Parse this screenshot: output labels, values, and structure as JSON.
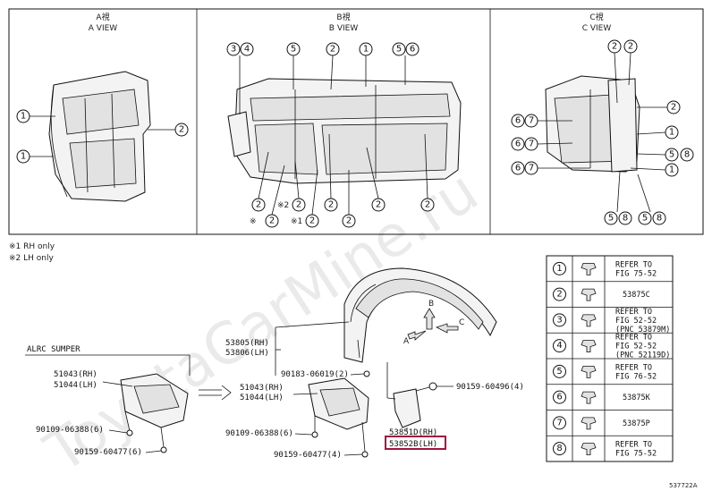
{
  "views": {
    "a": {
      "jp": "A視",
      "en": "A VIEW"
    },
    "b": {
      "jp": "B視",
      "en": "B VIEW"
    },
    "c": {
      "jp": "C視",
      "en": "C VIEW"
    }
  },
  "notes": {
    "n1": "※1 RH only",
    "n2": "※2 LH only"
  },
  "assembly": {
    "bumper_label": "ALRC SUMPER",
    "left_upper": "51043(RH)",
    "left_lower": "51044(LH)",
    "center_upper": "51043(RH)",
    "center_lower": "51044(LH)",
    "liner_rh": "53805(RH)",
    "liner_lh": "53806(LH)",
    "clip_rh": "53851D(RH)",
    "clip_lh": "53852B(LH)",
    "bolt_left_1": "90109-06388(6)",
    "bolt_left_2": "90159-60477(6)",
    "bolt_center_1": "90109-06388(6)",
    "bolt_center_2": "90159-60477(4)",
    "screw_top": "90183-06019(2)",
    "screw_right": "90159-60496(4)"
  },
  "direction": {
    "a": "A",
    "b": "B",
    "c": "C"
  },
  "legend": [
    {
      "num": "1",
      "text1": "REFER TO",
      "text2": "FIG 75-52",
      "text3": ""
    },
    {
      "num": "2",
      "text1": "53875C",
      "text2": "",
      "text3": ""
    },
    {
      "num": "3",
      "text1": "REFER TO",
      "text2": "FIG 52-52",
      "text3": "(PNC 53879M)"
    },
    {
      "num": "4",
      "text1": "REFER TO",
      "text2": "FIG 52-52",
      "text3": "(PNC 52119D)"
    },
    {
      "num": "5",
      "text1": "REFER TO",
      "text2": "FIG 76-52",
      "text3": ""
    },
    {
      "num": "6",
      "text1": "53875K",
      "text2": "",
      "text3": ""
    },
    {
      "num": "7",
      "text1": "53875P",
      "text2": "",
      "text3": ""
    },
    {
      "num": "8",
      "text1": "REFER TO",
      "text2": "FIG 75-52",
      "text3": ""
    }
  ],
  "watermark": "ToyotaCarMine.ru",
  "fig_code": "537722A"
}
